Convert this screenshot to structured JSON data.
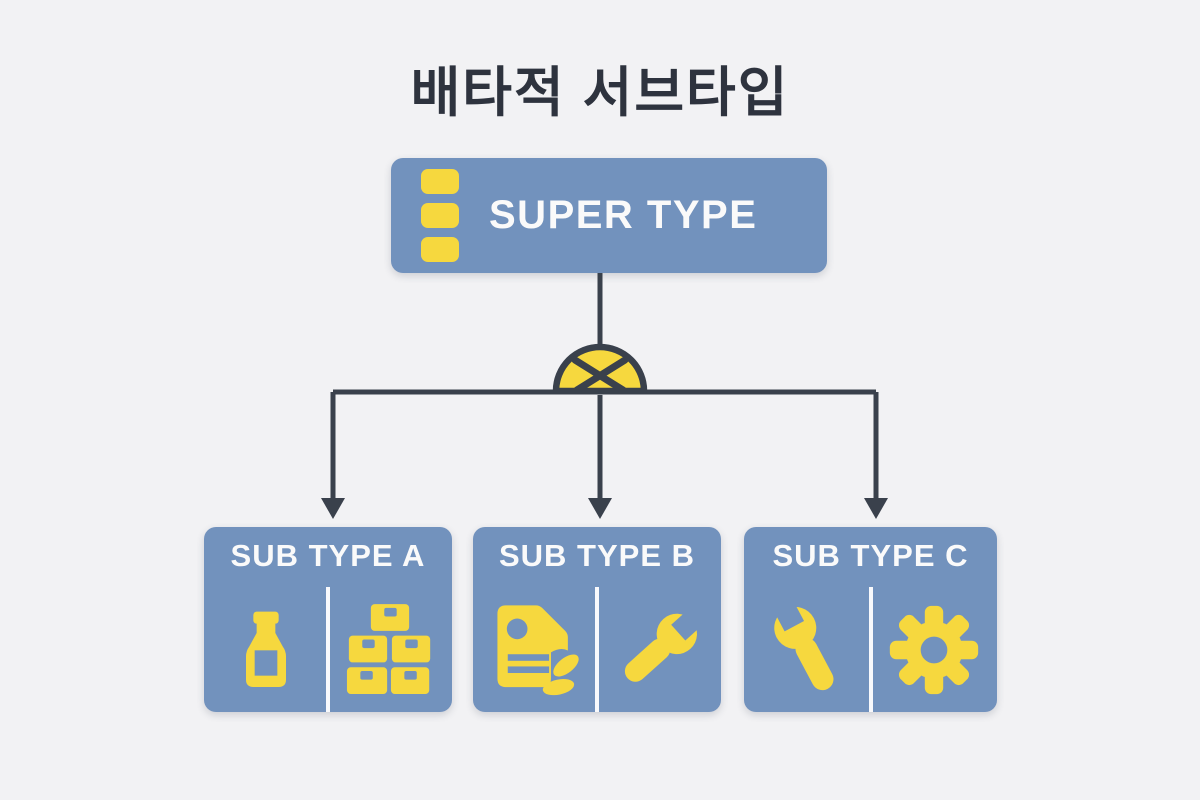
{
  "title": "배타적 서브타입",
  "colors": {
    "background": "#f2f2f4",
    "box_blue": "#7292bd",
    "accent_yellow": "#f6d83e",
    "line_dark": "#3a414c",
    "text_light": "#fafafa",
    "title_dark": "#2e333e"
  },
  "super_type": {
    "label": "SUPER TYPE",
    "icon": "list-icon"
  },
  "connector": {
    "type": "exclusive-arc",
    "symbol": "xor-semicircle-icon",
    "branches": 3
  },
  "subtypes": [
    {
      "label": "SUB TYPE A",
      "icons": [
        "bottle-icon",
        "boxes-icon"
      ]
    },
    {
      "label": "SUB TYPE B",
      "icons": [
        "tag-icon",
        "wrench-icon"
      ]
    },
    {
      "label": "SUB TYPE C",
      "icons": [
        "wrench-icon",
        "gear-icon"
      ]
    }
  ]
}
